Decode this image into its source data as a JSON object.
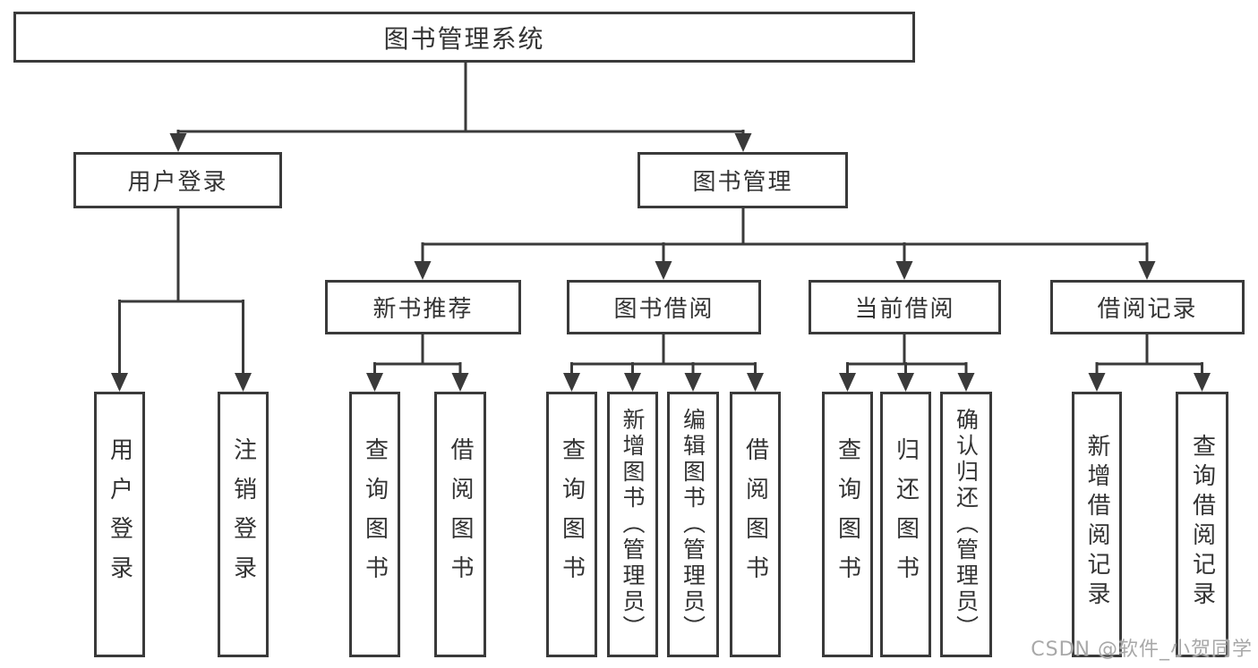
{
  "diagram": {
    "tree": {
      "root": {
        "label": "图书管理系统"
      },
      "branches": [
        {
          "label": "用户登录",
          "children": [
            {
              "label": "用户登录"
            },
            {
              "label": "注销登录"
            }
          ]
        },
        {
          "label": "图书管理",
          "children": [
            {
              "label": "新书推荐",
              "children": [
                {
                  "label": "查询图书"
                },
                {
                  "label": "借阅图书"
                }
              ]
            },
            {
              "label": "图书借阅",
              "children": [
                {
                  "label": "查询图书"
                },
                {
                  "label": "新增图书（管理员）"
                },
                {
                  "label": "编辑图书（管理员）"
                },
                {
                  "label": "借阅图书"
                }
              ]
            },
            {
              "label": "当前借阅",
              "children": [
                {
                  "label": "查询图书"
                },
                {
                  "label": "归还图书"
                },
                {
                  "label": "确认归还（管理员）"
                }
              ]
            },
            {
              "label": "借阅记录",
              "children": [
                {
                  "label": "新增借阅记录"
                },
                {
                  "label": "查询借阅记录"
                }
              ]
            }
          ]
        }
      ]
    },
    "watermark": {
      "text": "CSDN @软件_小贺同学"
    },
    "colors": {
      "line": "#3a3a3a",
      "border": "#3a3a3a",
      "text": "#333333",
      "watermark": "#a8a8a8",
      "background": "#ffffff"
    }
  }
}
